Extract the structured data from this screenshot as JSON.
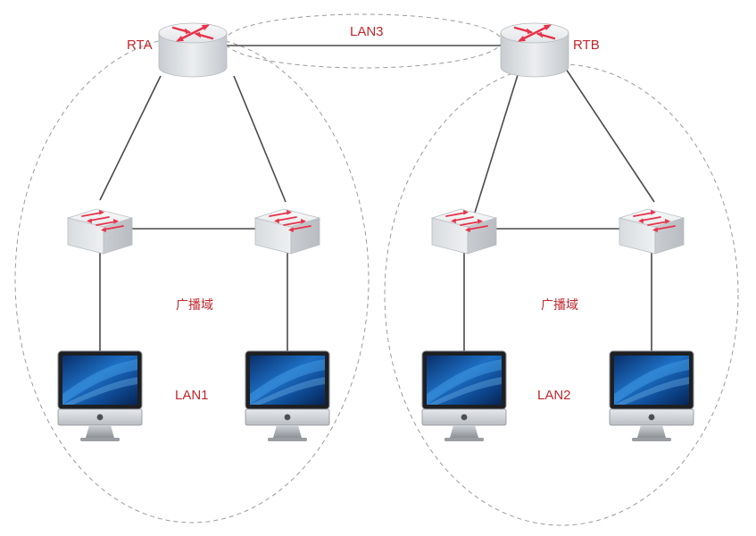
{
  "labels": {
    "router_a": "RTA",
    "router_b": "RTB",
    "lan_top": "LAN3",
    "lan_left": "LAN1",
    "lan_right": "LAN2",
    "domain_left": "广播域",
    "domain_right": "广播域"
  },
  "colors": {
    "label": "#c0272d",
    "link": "#4a4a4a",
    "domain_border": "#9a9a9a",
    "device_arrow": "#e8324a"
  },
  "icons": {
    "router": "router-icon",
    "switch": "switch-icon",
    "computer": "imac-computer-icon"
  }
}
